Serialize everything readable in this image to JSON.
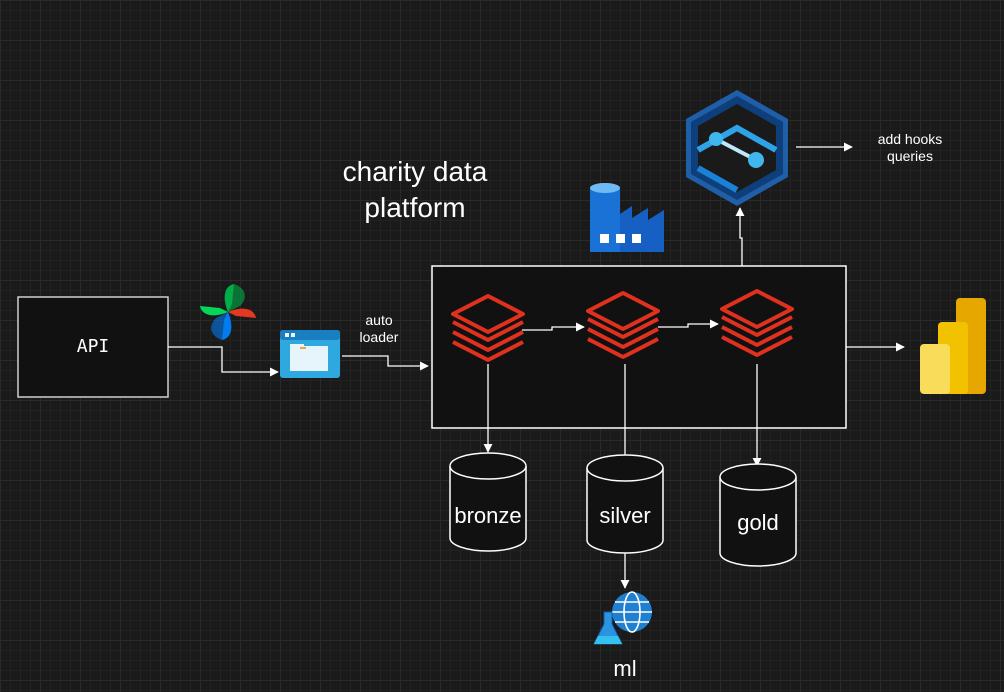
{
  "title": "charity data\nplatform",
  "nodes": {
    "api": "API",
    "autoloader": "auto\nloader",
    "hooks": "add hooks\nqueries",
    "bronze": "bronze",
    "silver": "silver",
    "gold": "gold",
    "ml": "ml"
  },
  "colors": {
    "background": "#1a1a1a",
    "databricks": "#e0311f",
    "synapse": "#1f7fd0",
    "powerbi": "#f2c811",
    "lines": "#ffffff"
  },
  "icons": [
    "airflow-icon",
    "storage-folder-icon",
    "databricks-icon",
    "data-factory-icon",
    "synapse-icon",
    "power-bi-icon",
    "azure-ml-icon"
  ]
}
